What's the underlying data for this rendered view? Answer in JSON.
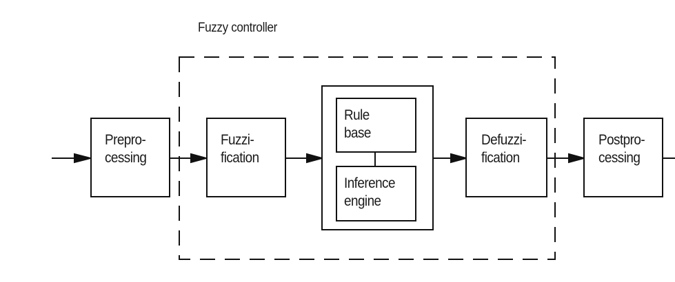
{
  "diagram": {
    "title": "Fuzzy controller",
    "blocks": {
      "preprocessing": {
        "line1": "Prepro-",
        "line2": "cessing"
      },
      "fuzzification": {
        "line1": "Fuzzi-",
        "line2": "fication"
      },
      "rule_base": {
        "line1": "Rule",
        "line2": "base"
      },
      "inference_engine": {
        "line1": "Inference",
        "line2": "engine"
      },
      "defuzzification": {
        "line1": "Defuzzi-",
        "line2": "fication"
      },
      "postprocessing": {
        "line1": "Postpro-",
        "line2": "cessing"
      }
    },
    "flow": [
      "input",
      "preprocessing",
      "fuzzification",
      "rule_base+inference_engine",
      "defuzzification",
      "postprocessing",
      "output"
    ]
  }
}
